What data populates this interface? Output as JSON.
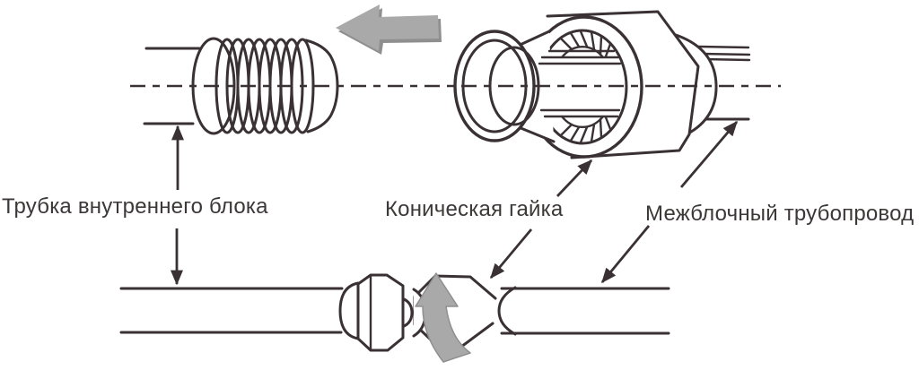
{
  "diagram": {
    "title_hint": "flare-nut-pipe-connection-diagram",
    "labels": {
      "indoor_unit_pipe": "Трубка внутреннего блока",
      "flare_nut": "Коническая гайка",
      "interunit_pipe": "Межблочный трубопровод"
    },
    "icons": {
      "direction_arrow": "left-block-arrow",
      "rotation_arrow": "curved-up-arrow"
    },
    "colors": {
      "line": "#3a3134",
      "text": "#3c3838",
      "arrow_gray": "#a9a9a9",
      "arrow_gray_shadow": "#8f8f8f",
      "background": "#ffffff"
    }
  }
}
